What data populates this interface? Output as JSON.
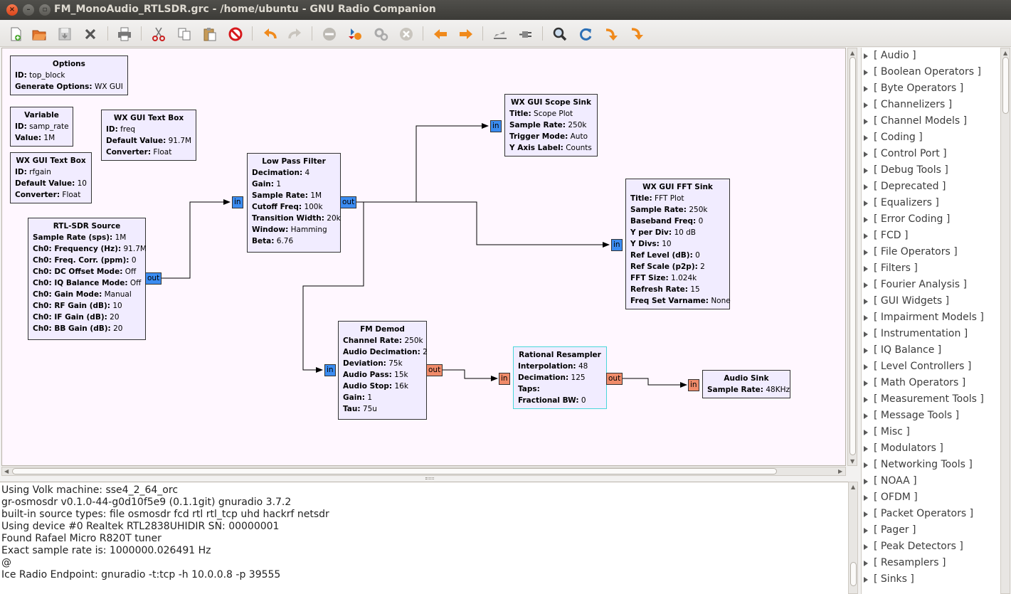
{
  "window": {
    "title": "FM_MonoAudio_RTLSDR.grc - /home/ubuntu - GNU Radio Companion"
  },
  "toolbar": {
    "icons": [
      "new-icon",
      "open-icon",
      "save-icon",
      "close-icon",
      "print-icon",
      "cut-icon",
      "copy-icon",
      "paste-icon",
      "delete-icon",
      "undo-icon",
      "redo-icon",
      "disable-icon",
      "generate-icon",
      "execute-icon",
      "kill-icon",
      "rotate-left-icon",
      "rotate-right-icon",
      "enable-icon",
      "bypass-icon",
      "find-icon",
      "reload-icon",
      "down-icon",
      "up-icon"
    ],
    "colors": {
      "orange": "#f08a1c",
      "red": "#d7191c",
      "gray": "#9b9b9b",
      "blue": "#2b6fb6"
    }
  },
  "blocks": {
    "options": {
      "title": "Options",
      "rows": [
        {
          "k": "ID:",
          "v": "top_block"
        },
        {
          "k": "Generate Options:",
          "v": "WX GUI"
        }
      ]
    },
    "variable": {
      "title": "Variable",
      "rows": [
        {
          "k": "ID:",
          "v": "samp_rate"
        },
        {
          "k": "Value:",
          "v": "1M"
        }
      ]
    },
    "text_box_freq": {
      "title": "WX GUI Text Box",
      "rows": [
        {
          "k": "ID:",
          "v": "freq"
        },
        {
          "k": "Default Value:",
          "v": "91.7M"
        },
        {
          "k": "Converter:",
          "v": "Float"
        }
      ]
    },
    "text_box_rfgain": {
      "title": "WX GUI Text Box",
      "rows": [
        {
          "k": "ID:",
          "v": "rfgain"
        },
        {
          "k": "Default Value:",
          "v": "10"
        },
        {
          "k": "Converter:",
          "v": "Float"
        }
      ]
    },
    "rtl_sdr": {
      "title": "RTL-SDR Source",
      "rows": [
        {
          "k": "Sample Rate (sps):",
          "v": "1M"
        },
        {
          "k": "Ch0: Frequency (Hz):",
          "v": "91.7M"
        },
        {
          "k": "Ch0: Freq. Corr. (ppm):",
          "v": "0"
        },
        {
          "k": "Ch0: DC Offset Mode:",
          "v": "Off"
        },
        {
          "k": "Ch0: IQ Balance Mode:",
          "v": "Off"
        },
        {
          "k": "Ch0: Gain Mode:",
          "v": "Manual"
        },
        {
          "k": "Ch0: RF Gain (dB):",
          "v": "10"
        },
        {
          "k": "Ch0: IF Gain (dB):",
          "v": "20"
        },
        {
          "k": "Ch0: BB Gain (dB):",
          "v": "20"
        }
      ]
    },
    "lpf": {
      "title": "Low Pass Filter",
      "rows": [
        {
          "k": "Decimation:",
          "v": "4"
        },
        {
          "k": "Gain:",
          "v": "1"
        },
        {
          "k": "Sample Rate:",
          "v": "1M"
        },
        {
          "k": "Cutoff Freq:",
          "v": "100k"
        },
        {
          "k": "Transition Width:",
          "v": "20k"
        },
        {
          "k": "Window:",
          "v": "Hamming"
        },
        {
          "k": "Beta:",
          "v": "6.76"
        }
      ]
    },
    "scope": {
      "title": "WX GUI Scope Sink",
      "rows": [
        {
          "k": "Title:",
          "v": "Scope Plot"
        },
        {
          "k": "Sample Rate:",
          "v": "250k"
        },
        {
          "k": "Trigger Mode:",
          "v": "Auto"
        },
        {
          "k": "Y Axis Label:",
          "v": "Counts"
        }
      ]
    },
    "fft": {
      "title": "WX GUI FFT Sink",
      "rows": [
        {
          "k": "Title:",
          "v": "FFT Plot"
        },
        {
          "k": "Sample Rate:",
          "v": "250k"
        },
        {
          "k": "Baseband Freq:",
          "v": "0"
        },
        {
          "k": "Y per Div:",
          "v": "10 dB"
        },
        {
          "k": "Y Divs:",
          "v": "10"
        },
        {
          "k": "Ref Level (dB):",
          "v": "0"
        },
        {
          "k": "Ref Scale (p2p):",
          "v": "2"
        },
        {
          "k": "FFT Size:",
          "v": "1.024k"
        },
        {
          "k": "Refresh Rate:",
          "v": "15"
        },
        {
          "k": "Freq Set Varname:",
          "v": "None"
        }
      ]
    },
    "fm_demod": {
      "title": "FM Demod",
      "rows": [
        {
          "k": "Channel Rate:",
          "v": "250k"
        },
        {
          "k": "Audio Decimation:",
          "v": "2"
        },
        {
          "k": "Deviation:",
          "v": "75k"
        },
        {
          "k": "Audio Pass:",
          "v": "15k"
        },
        {
          "k": "Audio Stop:",
          "v": "16k"
        },
        {
          "k": "Gain:",
          "v": "1"
        },
        {
          "k": "Tau:",
          "v": "75u"
        }
      ]
    },
    "resampler": {
      "title": "Rational Resampler",
      "rows": [
        {
          "k": "Interpolation:",
          "v": "48"
        },
        {
          "k": "Decimation:",
          "v": "125"
        },
        {
          "k": "Taps:",
          "v": ""
        },
        {
          "k": "Fractional BW:",
          "v": "0"
        }
      ]
    },
    "audio_sink": {
      "title": "Audio Sink",
      "rows": [
        {
          "k": "Sample Rate:",
          "v": "48KHz"
        }
      ]
    }
  },
  "ports": {
    "in": "in",
    "out": "out"
  },
  "port_colors": {
    "complex": "#3b8cf1",
    "float": "#f08b6a"
  },
  "console": {
    "lines": [
      "Using Volk machine: sse4_2_64_orc",
      "gr-osmosdr v0.1.0-44-g0d10f5e9 (0.1.1git) gnuradio 3.7.2",
      "built-in source types: file osmosdr fcd rtl rtl_tcp uhd hackrf netsdr",
      "Using device #0 Realtek RTL2838UHIDIR SN: 00000001",
      "Found Rafael Micro R820T tuner",
      "Exact sample rate is: 1000000.026491 Hz",
      "@",
      "Ice Radio Endpoint: gnuradio -t:tcp -h 10.0.0.8 -p 39555"
    ]
  },
  "tree": {
    "categories": [
      "[ Audio ]",
      "[ Boolean Operators ]",
      "[ Byte Operators ]",
      "[ Channelizers ]",
      "[ Channel Models ]",
      "[ Coding ]",
      "[ Control Port ]",
      "[ Debug Tools ]",
      "[ Deprecated ]",
      "[ Equalizers ]",
      "[ Error Coding ]",
      "[ FCD ]",
      "[ File Operators ]",
      "[ Filters ]",
      "[ Fourier Analysis ]",
      "[ GUI Widgets ]",
      "[ Impairment Models ]",
      "[ Instrumentation ]",
      "[ IQ Balance ]",
      "[ Level Controllers ]",
      "[ Math Operators ]",
      "[ Measurement Tools ]",
      "[ Message Tools ]",
      "[ Misc ]",
      "[ Modulators ]",
      "[ Networking Tools ]",
      "[ NOAA ]",
      "[ OFDM ]",
      "[ Packet Operators ]",
      "[ Pager ]",
      "[ Peak Detectors ]",
      "[ Resamplers ]",
      "[ Sinks ]"
    ]
  }
}
